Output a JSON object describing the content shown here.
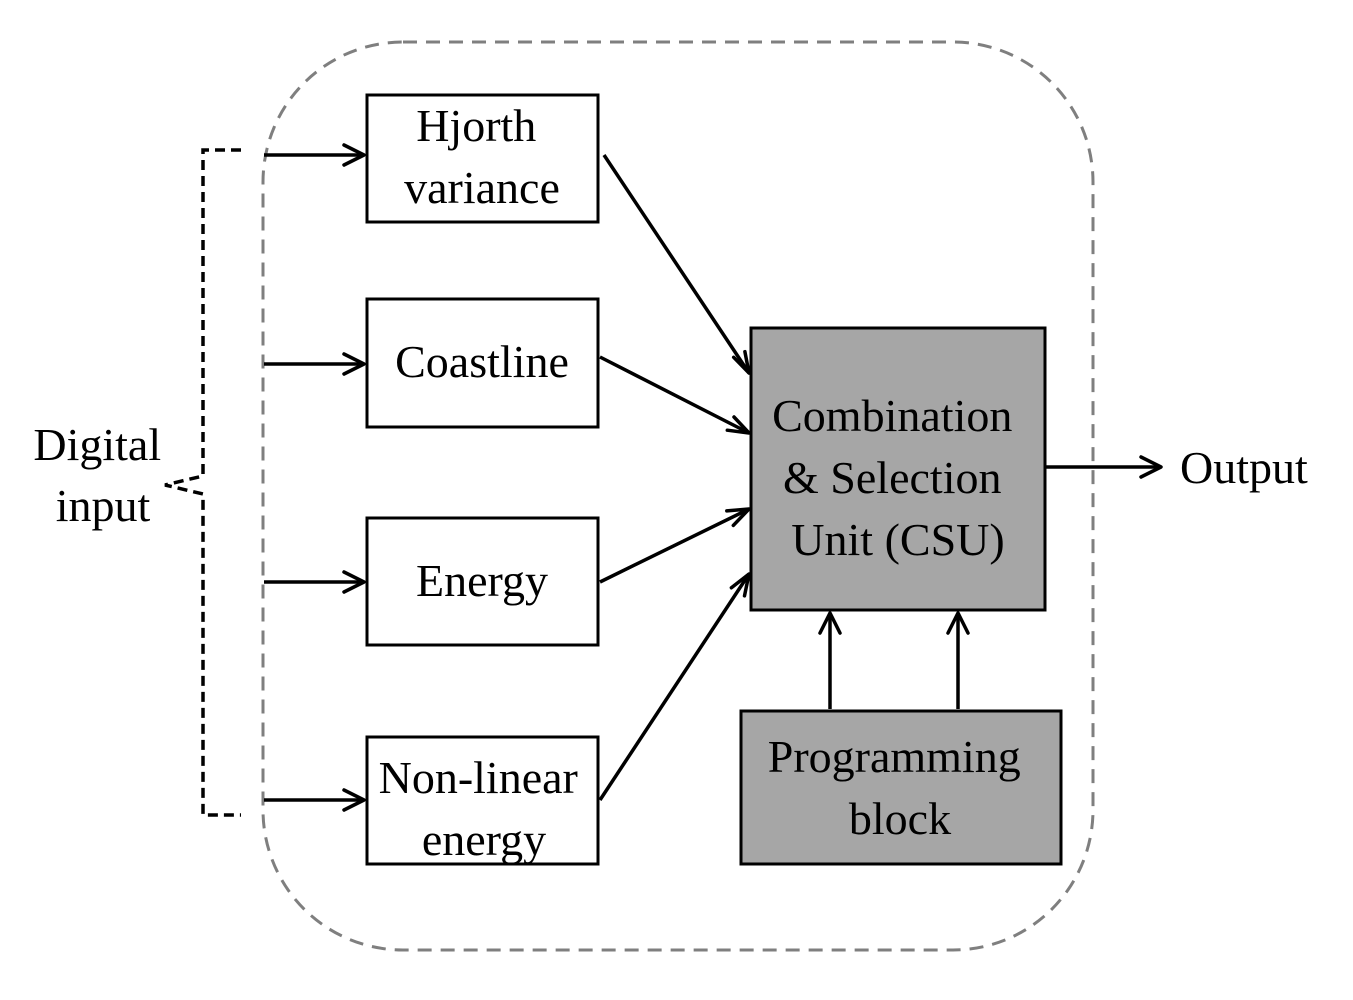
{
  "blocks": {
    "hjorth": [
      "Hjorth",
      "variance"
    ],
    "coastline": [
      "Coastline"
    ],
    "energy": [
      "Energy"
    ],
    "nonlinear": [
      "Non-linear",
      "energy"
    ],
    "csu": [
      "Combination",
      "& Selection",
      "Unit (CSU)"
    ],
    "programming": [
      "Programming",
      "block"
    ]
  },
  "labels": {
    "input": [
      "Digital",
      "input"
    ],
    "output": "Output"
  },
  "colors": {
    "unit_fill": "#a6a6a6",
    "container_stroke": "#7f7f7f"
  }
}
